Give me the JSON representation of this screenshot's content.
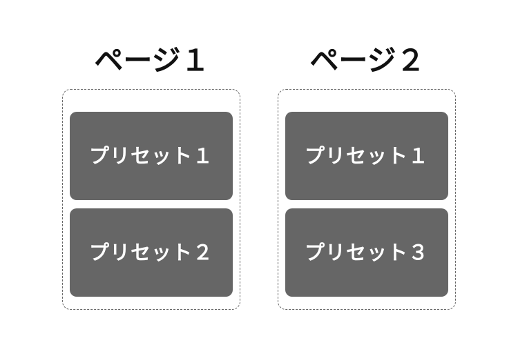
{
  "pages": [
    {
      "title": "ページ１",
      "presets": [
        "プリセット１",
        "プリセット２"
      ]
    },
    {
      "title": "ページ２",
      "presets": [
        "プリセット１",
        "プリセット３"
      ]
    }
  ],
  "colors": {
    "preset_fill": "#666666",
    "preset_text": "#ffffff",
    "title_text": "#111111",
    "frame_border": "#666666"
  }
}
